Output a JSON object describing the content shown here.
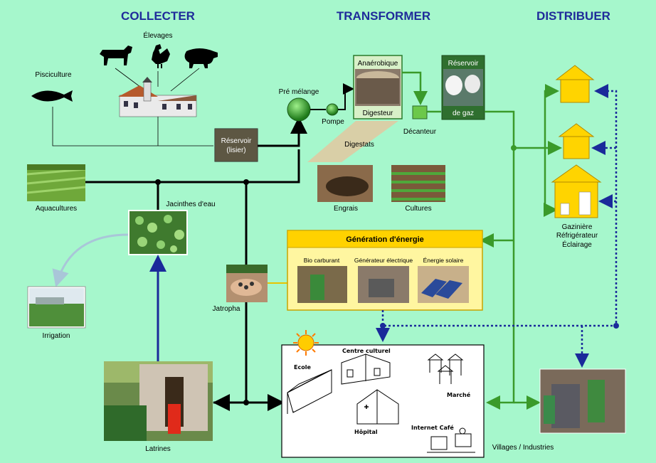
{
  "headers": {
    "collect": "COLLECTER",
    "transform": "TRANSFORMER",
    "distribute": "DISTRIBUER"
  },
  "labels": {
    "elevages": "Élevages",
    "pisciculture": "Pisciculture",
    "reservoir_lisier_1": "Réservoir",
    "reservoir_lisier_2": "(lisier)",
    "aquacultures": "Aquacultures",
    "jacinthes": "Jacinthes d'eau",
    "irrigation": "Irrigation",
    "jatropha": "Jatropha",
    "latrines": "Latrines",
    "pre_melange": "Pré mélange",
    "pompe": "Pompe",
    "anaerobique": "Anaérobique",
    "digesteur": "Digesteur",
    "decanteur": "Décanteur",
    "reservoir_gaz_1": "Réservoir",
    "reservoir_gaz_2": "de gaz",
    "digestats": "Digestats",
    "engrais": "Engrais",
    "cultures": "Cultures",
    "generation": "Génération d'énergie",
    "bio_carburant": "Bio carburant",
    "generateur": "Générateur électrique",
    "energie_solaire": "Énergie solaire",
    "gaziniere": "Gazinière",
    "refrigerateur": "Réfrigérateur",
    "eclairage": "Éclairage",
    "villages": "Villages / Industries",
    "ecole": "Ecole",
    "centre_culturel": "Centre culturel",
    "marche": "Marché",
    "hopital": "Hôpital",
    "internet_cafe": "Internet Café"
  },
  "colors": {
    "background": "#a6f7cc",
    "header_text": "#1f2b9a",
    "green_flow": "#3a9a2a",
    "dotted_flow": "#1a2a9a",
    "energy_box": "#fff6a0",
    "energy_header": "#ffd200",
    "house": "#ffd400"
  },
  "icons": [
    "fish-icon",
    "cow-icon",
    "rooster-icon",
    "pig-icon",
    "farm-icon",
    "sun-icon",
    "house-icon"
  ]
}
